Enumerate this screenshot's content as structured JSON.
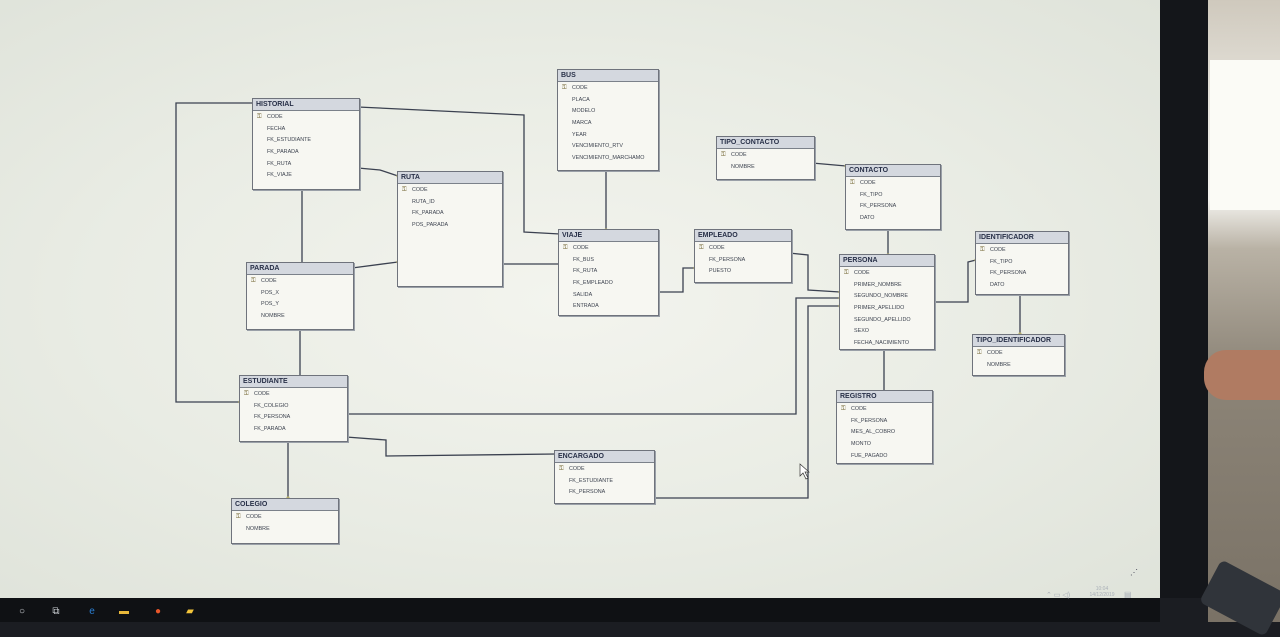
{
  "diagram": {
    "tables": [
      {
        "id": "historial",
        "title": "HISTORIAL",
        "rows": [
          "CODE",
          "FECHA",
          "FK_ESTUDIANTE",
          "FK_PARADA",
          "FK_RUTA",
          "FK_VIAJE"
        ],
        "key": 0
      },
      {
        "id": "ruta",
        "title": "RUTA",
        "rows": [
          "CODE",
          "RUTA_ID",
          "FK_PARADA",
          "POS_PARADA"
        ],
        "key": 0
      },
      {
        "id": "bus",
        "title": "BUS",
        "rows": [
          "CODE",
          "PLACA",
          "MODELO",
          "MARCA",
          "YEAR",
          "VENCIMIENTO_RTV",
          "VENCIMIENTO_MARCHAMO"
        ],
        "key": 0
      },
      {
        "id": "viaje",
        "title": "VIAJE",
        "rows": [
          "CODE",
          "FK_BUS",
          "FK_RUTA",
          "FK_EMPLEADO",
          "SALIDA",
          "ENTRADA"
        ],
        "key": 0
      },
      {
        "id": "empleado",
        "title": "EMPLEADO",
        "rows": [
          "CODE",
          "FK_PERSONA",
          "PUESTO"
        ],
        "key": 0
      },
      {
        "id": "tipo_contacto",
        "title": "TIPO_CONTACTO",
        "rows": [
          "CODE",
          "NOMBRE"
        ],
        "key": 0
      },
      {
        "id": "contacto",
        "title": "CONTACTO",
        "rows": [
          "CODE",
          "FK_TIPO",
          "FK_PERSONA",
          "DATO"
        ],
        "key": 0
      },
      {
        "id": "parada",
        "title": "PARADA",
        "rows": [
          "CODE",
          "POS_X",
          "POS_Y",
          "NOMBRE"
        ],
        "key": 0
      },
      {
        "id": "persona",
        "title": "PERSONA",
        "rows": [
          "CODE",
          "PRIMER_NOMBRE",
          "SEGUNDO_NOMBRE",
          "PRIMER_APELLIDO",
          "SEGUNDO_APELLIDO",
          "SEXO",
          "FECHA_NACIMIENTO"
        ],
        "key": 0
      },
      {
        "id": "identificador",
        "title": "IDENTIFICADOR",
        "rows": [
          "CODE",
          "FK_TIPO",
          "FK_PERSONA",
          "DATO"
        ],
        "key": 0
      },
      {
        "id": "tipo_identificador",
        "title": "TIPO_IDENTIFICADOR",
        "rows": [
          "CODE",
          "NOMBRE"
        ],
        "key": 0
      },
      {
        "id": "estudiante",
        "title": "ESTUDIANTE",
        "rows": [
          "CODE",
          "FK_COLEGIO",
          "FK_PERSONA",
          "FK_PARADA"
        ],
        "key": 0
      },
      {
        "id": "registro",
        "title": "REGISTRO",
        "rows": [
          "CODE",
          "FK_PERSONA",
          "MES_AL_COBRO",
          "MONTO",
          "FUE_PAGADO"
        ],
        "key": 0
      },
      {
        "id": "encargado",
        "title": "ENCARGADO",
        "rows": [
          "CODE",
          "FK_ESTUDIANTE",
          "FK_PERSONA"
        ],
        "key": 0
      },
      {
        "id": "colegio",
        "title": "COLEGIO",
        "rows": [
          "CODE",
          "NOMBRE"
        ],
        "key": 0
      }
    ],
    "colors": {
      "line": "#3b4150",
      "end": "#b8b06a"
    }
  },
  "taskbar": {
    "icons": [
      "search-icon",
      "task-view-icon",
      "edge-icon",
      "file-explorer-icon",
      "firefox-icon",
      "sticky-notes-icon"
    ],
    "clock": {
      "time": "10:04",
      "date": "14/12/2019"
    }
  }
}
